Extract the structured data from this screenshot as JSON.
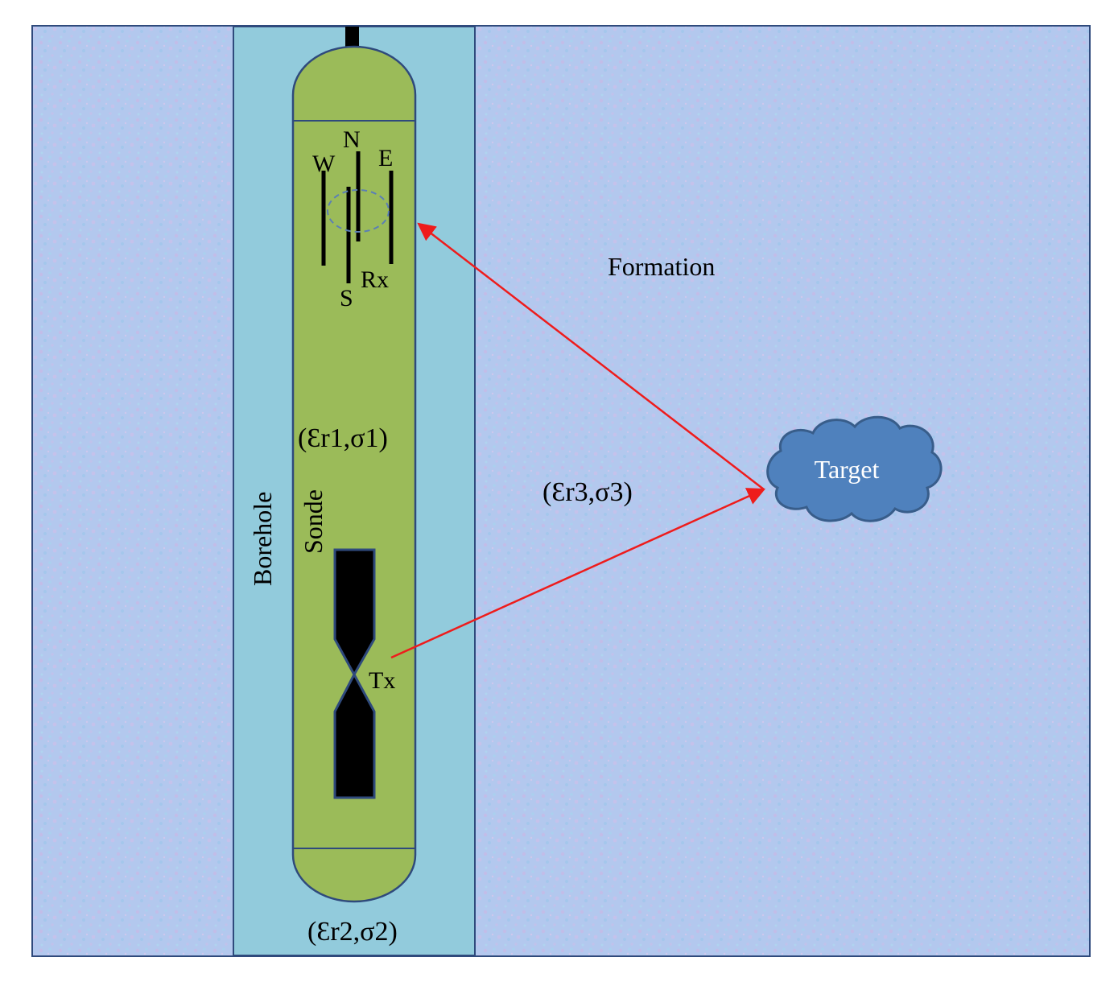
{
  "labels": {
    "formation": "Formation",
    "borehole": "Borehole",
    "sonde": "Sonde",
    "target": "Target",
    "rx": "Rx",
    "tx": "Tx",
    "north": "N",
    "south": "S",
    "east": "E",
    "west": "W",
    "sonde_params": "(Ɛr1,σ1)",
    "borehole_params": "(Ɛr2,σ2)",
    "formation_params": "(Ɛr3,σ3)"
  },
  "colors": {
    "formation": "#b3c8ee",
    "borehole": "#92cbdc",
    "sonde": "#9bbb59",
    "outline": "#2f4a7c",
    "antenna": "#000000",
    "ray": "#ee1c1c",
    "target_fill": "#4f81bd",
    "target_stroke": "#385d8a",
    "target_text": "#ffffff"
  }
}
